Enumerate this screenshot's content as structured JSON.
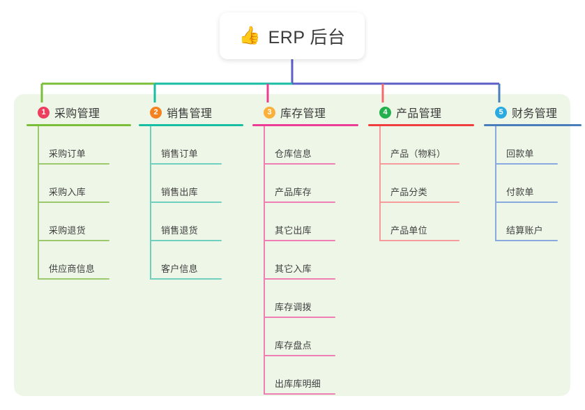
{
  "root": {
    "icon": "thumbs-up-icon",
    "icon_glyph": "👍",
    "title": "ERP 后台"
  },
  "panel": {
    "background_color": "#eef7e7"
  },
  "connector_colors": {
    "stem": "#5B5FC7",
    "bar_left": "#7BBE3A",
    "bar_mid": "#17BEA2",
    "bar_right": "#5B5FC7",
    "drop_1": "#7BBE3A",
    "drop_2": "#17BEA2",
    "drop_3": "#EC3C96",
    "drop_4": "#F4696E",
    "drop_5": "#4A7EBB"
  },
  "columns": [
    {
      "number": "1",
      "title": "采购管理",
      "badge_color": "#EE3E5E",
      "rule_color": "#7BBE3A",
      "leaf_color": "#9BC96B",
      "items": [
        "采购订单",
        "采购入库",
        "采购退货",
        "供应商信息"
      ]
    },
    {
      "number": "2",
      "title": "销售管理",
      "badge_color": "#F5821F",
      "rule_color": "#17BEA2",
      "leaf_color": "#6FD0C0",
      "items": [
        "销售订单",
        "销售出库",
        "销售退货",
        "客户信息"
      ]
    },
    {
      "number": "3",
      "title": "库存管理",
      "badge_color": "#FBB03B",
      "rule_color": "#EC3C96",
      "leaf_color": "#EE7EB4",
      "items": [
        "仓库信息",
        "产品库存",
        "其它出库",
        "其它入库",
        "库存调拨",
        "库存盘点",
        "出库库明细"
      ]
    },
    {
      "number": "4",
      "title": "产品管理",
      "badge_color": "#22B14C",
      "rule_color": "#F03E3E",
      "leaf_color": "#F79A9C",
      "items": [
        "产品（物料）",
        "产品分类",
        "产品单位"
      ]
    },
    {
      "number": "5",
      "title": "财务管理",
      "badge_color": "#29ABE2",
      "rule_color": "#4A7EBB",
      "leaf_color": "#89A9DE",
      "items": [
        "回款单",
        "付款单",
        "结算账户"
      ]
    }
  ]
}
